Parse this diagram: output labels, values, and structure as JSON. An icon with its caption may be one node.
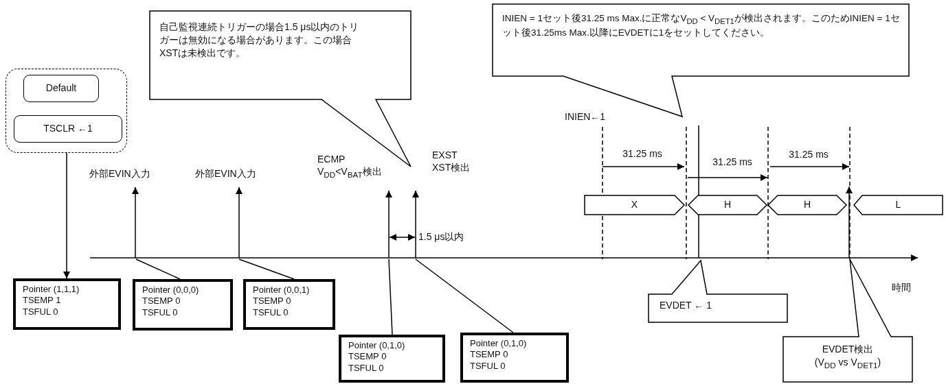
{
  "diagram": {
    "nodes": [
      {
        "text": [],
        "shape": "box"
      },
      {
        "text": [
          "Default"
        ],
        "in": 0
      },
      {
        "text": [
          "TSCLR ←1"
        ],
        "in": 0
      },
      {
        "text": [
          "Pointer (1,1,1)",
          "TSEMP 1",
          "TSFUL 0"
        ]
      },
      {
        "text": [
          "Pointer (0,0,0)",
          "TSEMP 0",
          "TSFUL 0"
        ]
      },
      {
        "text": [
          "Pointer (0,0,1)",
          "TSEMP 0",
          "TSFUL 0"
        ]
      },
      {
        "text": [
          "Pointer (0,1,0)",
          "TSEMP 0",
          "TSFUL 0"
        ]
      },
      {
        "text": [
          "Pointer (0,1,0)",
          "TSEMP 0",
          "TSFUL 0"
        ]
      },
      {
        "text": [
          "外部EVIN入力"
        ]
      },
      {
        "text": [
          "外部EVIN入力"
        ]
      },
      {
        "text": [
          "ECMP",
          "V$_{DD}$<V$_{BAT}$検出"
        ]
      },
      {
        "text": [
          "EXST",
          "XST検出"
        ]
      },
      {
        "text": [
          "自己監視連続トリガーの場合1.5 μs以内のトリガーは無効になる場合があります。この場合XSTは未検出です。"
        ]
      },
      {
        "text": [
          "INIEN = 1セット後31.25 ms Max.に正常なV$_{DD}$ < V$_{DET1}$が検出されます。このためINIEN = 1セット後31.25ms Max.以降にEVDETに1をセットしてください。"
        ]
      },
      {
        "text": [
          "X"
        ]
      },
      {
        "text": [
          "H"
        ]
      },
      {
        "text": [
          "H"
        ]
      },
      {
        "text": [
          "L"
        ]
      },
      {
        "text": [
          "EVDET ← 1"
        ]
      },
      {
        "text": [
          "EVDET検出",
          "(V$_{DD}$ vs V$_{DET1}$)"
        ]
      }
    ],
    "edges": [
      {
        "from": 0,
        "to": 3,
        "arrow": "to"
      },
      {
        "from": null,
        "to": 8,
        "arrow": "to"
      },
      {
        "from": null,
        "to": 4,
        "arrow": "none"
      },
      {
        "from": null,
        "to": 9,
        "arrow": "to"
      },
      {
        "from": null,
        "to": 5,
        "arrow": "none"
      },
      {
        "from": null,
        "to": 10,
        "arrow": "to"
      },
      {
        "from": null,
        "to": 6,
        "arrow": "none"
      },
      {
        "from": null,
        "to": 11,
        "arrow": "to"
      },
      {
        "from": null,
        "to": 7,
        "arrow": "none"
      }
    ],
    "labels": [
      "INIEN←1",
      "31.25 ms",
      "31.25 ms",
      "31.25 ms",
      "1.5 μs以内",
      "時間"
    ]
  }
}
